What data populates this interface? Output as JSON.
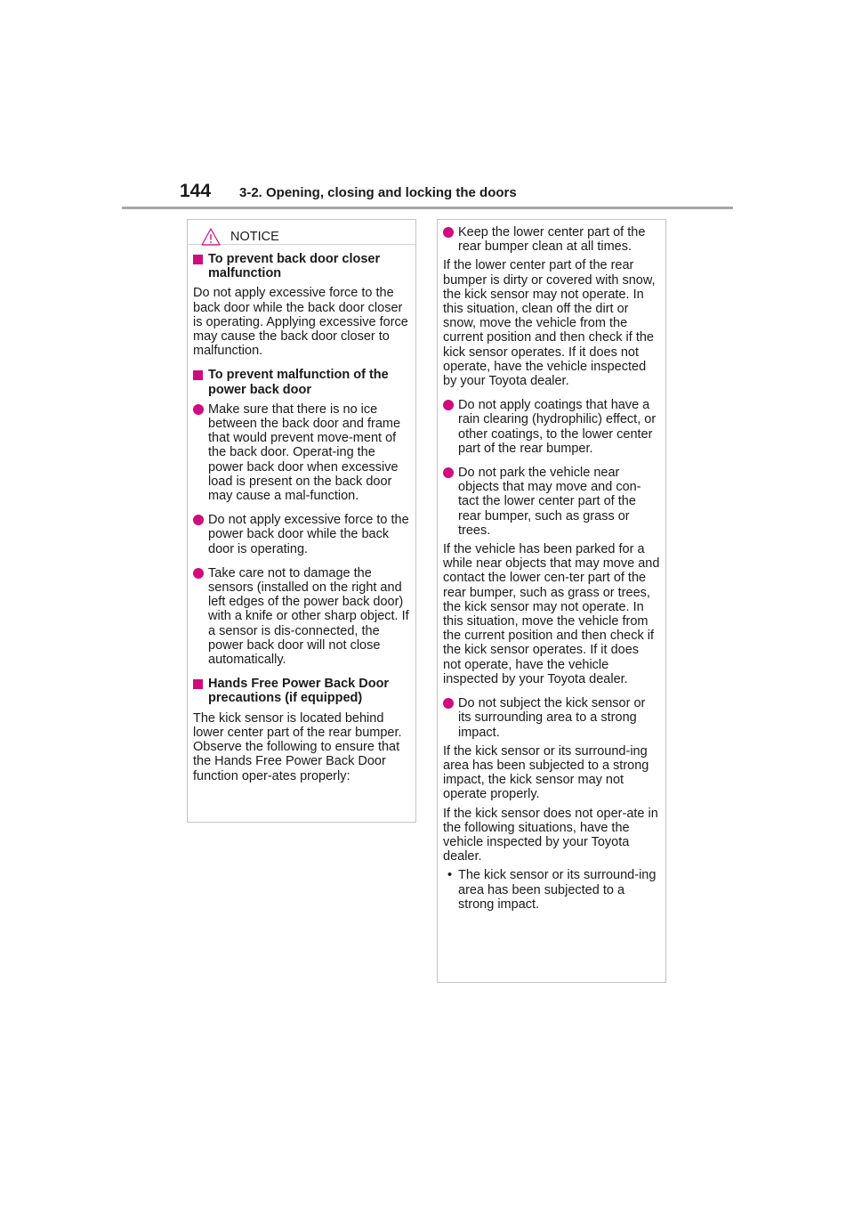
{
  "header": {
    "page_number": "144",
    "section_title": "3-2. Opening, closing and locking the doors"
  },
  "notice": {
    "label": "NOTICE",
    "icon": "warning-triangle-icon"
  },
  "colors": {
    "accent": "#d10a7e",
    "rule": "#a8a8a8"
  },
  "left": {
    "h1": "To prevent back door closer malfunction",
    "p1": "Do not apply excessive force to the back door while the back door closer is operating. Applying excessive force may cause the back door closer to malfunction.",
    "h2": "To prevent malfunction of the power back door",
    "b1": "Make sure that there is no ice between the back door and frame that would prevent move-ment of the back door. Operat-ing the power back door when excessive load is present on the back door may cause a mal-function.",
    "b2": "Do not apply excessive force to the power back door while the back door is operating.",
    "b3": "Take care not to damage the sensors (installed on the right and left edges of the power back door) with a knife or other sharp object. If a sensor is dis-connected, the power back door will not close automatically.",
    "h3": "Hands Free Power Back Door precautions (if equipped)",
    "p2": "The kick sensor is located behind lower center part of the rear bumper. Observe the following to ensure that the Hands Free Power Back Door function oper-ates properly:"
  },
  "right": {
    "b1": "Keep the lower center part of the rear bumper clean at all times.",
    "p1": "If the lower center part of the rear bumper is dirty or covered with snow, the kick sensor may not operate. In this situation, clean off the dirt or snow, move the vehicle from the current position and then check if the kick sensor operates. If it does not operate, have the vehicle inspected by your Toyota dealer.",
    "b2": "Do not apply coatings that have a rain clearing (hydrophilic) effect, or other coatings, to the lower center part of the rear bumper.",
    "b3": "Do not park the vehicle near objects that may move and con-tact the lower center part of the rear bumper, such as grass or trees.",
    "p2": "If the vehicle has been parked for a while near objects that may move and contact the lower cen-ter part of the rear bumper, such as grass or trees, the kick sensor may not operate. In this situation, move the vehicle from the current position and then check if the kick sensor operates. If it does not operate, have the vehicle inspected by your Toyota dealer.",
    "b4": "Do not subject the kick sensor or its surrounding area to a strong impact.",
    "p3": "If the kick sensor or its surround-ing area has been subjected to a strong impact, the kick sensor may not operate properly.",
    "p4": "If the kick sensor does not oper-ate in the following situations, have the vehicle inspected by your Toyota dealer.",
    "dash_marker": "•",
    "d1": "The kick sensor or its surround-ing area has been subjected to a strong impact."
  }
}
